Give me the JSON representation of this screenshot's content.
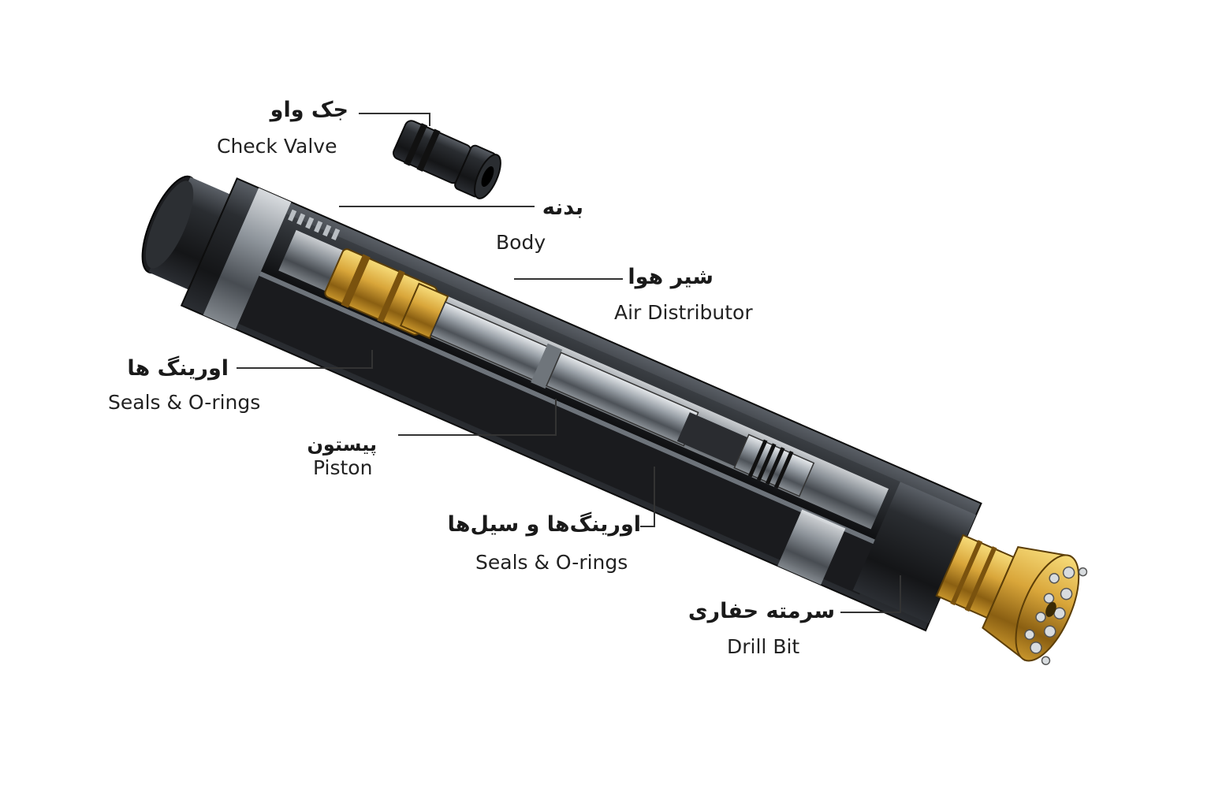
{
  "labels": {
    "check_valve": {
      "fa": "جک واو",
      "en": "Check Valve"
    },
    "body": {
      "fa": "بدنه",
      "en": "Body"
    },
    "air_distributor": {
      "fa": "شیر هوا",
      "en": "Air Distributor"
    },
    "seals_upper": {
      "fa": "اورینگ ها",
      "en": "Seals & O-rings"
    },
    "piston": {
      "fa": "پیستون",
      "en": "Piston"
    },
    "seals_lower": {
      "fa": "اورینگ‌ها و سیل‌ها",
      "en": "Seals & O-rings"
    },
    "drill_bit": {
      "fa": "سرمته حفاری",
      "en": "Drill Bit"
    }
  },
  "colors": {
    "body_dark": "#1c1e21",
    "steel": "#8a9096",
    "brass": "#c99a2e",
    "leader": "#333333"
  }
}
